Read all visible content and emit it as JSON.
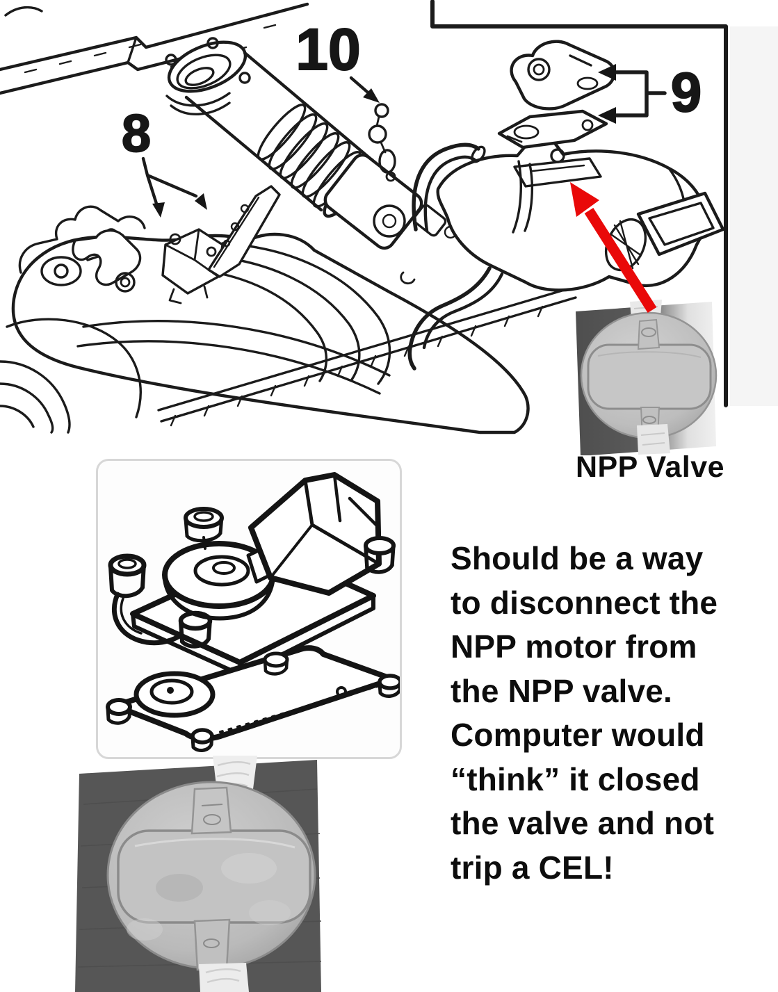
{
  "diagram": {
    "callout_8": "8",
    "callout_9": "9",
    "callout_10": "10",
    "valve_caption": "NPP Valve"
  },
  "annotation": {
    "text": "Should be a way\nto disconnect the\nNPP motor from\nthe NPP valve.\nComputer would\n“think” it closed\nthe valve and not\ntrip a CEL!"
  },
  "colors": {
    "line": "#1b1b1b",
    "arrow_red": "#e90909",
    "panel_gray": "#f5f5f5",
    "photo_background": "#565656",
    "valve_metal": "#c0c0c0",
    "frame_border": "#d7d7d7"
  }
}
